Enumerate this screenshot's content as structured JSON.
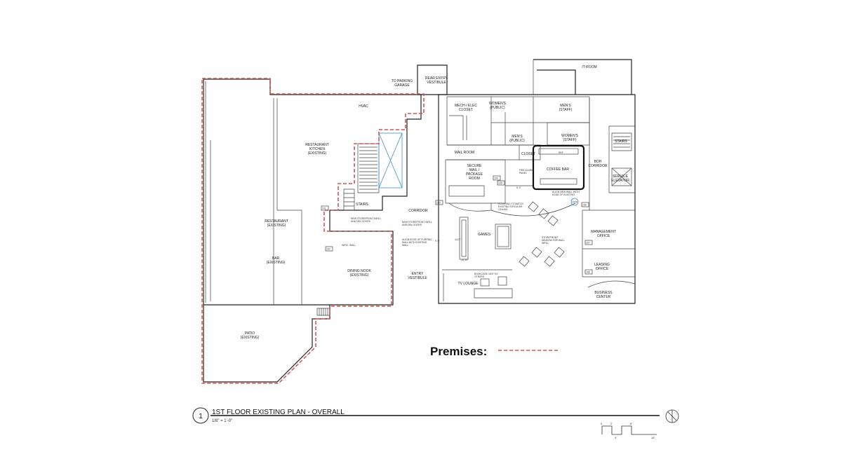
{
  "rooms": {
    "it_room": "IT ROOM",
    "rear_entry_1": "REAR ENTRY",
    "rear_entry_2": "VESTIBULE",
    "to_parking_1": "TO PARKING",
    "to_parking_2": "GARAGE",
    "hvac": "HVAC",
    "mech_1": "MECH / ELEC",
    "mech_2": "CLOSET",
    "women_public_1": "WOMEN'S",
    "women_public_2": "(PUBLIC)",
    "men_staff_1": "MEN'S",
    "men_staff_2": "(STAFF)",
    "women_staff_1": "WOMEN'S",
    "women_staff_2": "(STAFF)",
    "men_public_1": "MEN'S",
    "men_public_2": "(PUBLIC)",
    "kitchen_1": "RESTAURANT",
    "kitchen_2": "KITCHEN",
    "kitchen_3": "(EXISTING)",
    "stairs_right": "STAIRS",
    "mail_room": "MAIL ROOM",
    "closet": "CLOSET",
    "boh_1": "BOH",
    "boh_2": "CORRIDOR",
    "secure_1": "SECURE",
    "secure_2": "MAIL /",
    "secure_3": "PACKAGE",
    "secure_4": "ROOM",
    "coffee_bar": "COFFEE BAR",
    "service_1": "SERVICE",
    "service_2": "ELEVATOR",
    "stairs_left": "STAIRS",
    "corridor": "CORRIDOR",
    "restaurant_1": "RESTAURANT",
    "restaurant_2": "(EXISTING)",
    "games": "GAMES",
    "management_1": "MANAGEMENT",
    "management_2": "OFFICE",
    "bar_1": "BAR",
    "bar_2": "(EXISTING)",
    "dining_1": "DINING NOOK",
    "dining_2": "(EXISTING)",
    "entry_1": "ENTRY",
    "entry_2": "VESTIBULE",
    "leasing_1": "LEASING",
    "leasing_2": "OFFICE",
    "tv_lounge": "TV LOUNGE",
    "business_1": "BUSINESS",
    "business_2": "CENTER",
    "patio_1": "PATIO",
    "patio_2": "(EXISTING)"
  },
  "notes": {
    "storefront_1": "NEW STOREFRONT INFILL",
    "storefront_2": "AND DBL DOORS",
    "storefront_b1": "NEW STOREFRONT INFILL",
    "storefront_b2": "AND DBL DOORS",
    "infill_wall": "INFILL WALL",
    "furring_1": "ALIGN EDGE OF FURRING",
    "furring_2": "WALL WITH EXISTING",
    "furring_3": "WALL",
    "flooring_1": "FLOORING TO MATCH",
    "flooring_2": "EXISTING CIRCULAR",
    "flooring_3": "CEILING",
    "align_1": "ALIGN NEW WALL WITH",
    "align_2": "EDGE OF EXISTING",
    "storefront_r1": "STOREFRONT",
    "storefront_r2": "WINDOW FOR WALL",
    "storefront_r3": "INFILL",
    "bookcase_1": "BOOKCASE 18'/0\" BY",
    "bookcase_2": "OTHERS",
    "fire_1": "FIRE ALARM",
    "fire_2": "PANEL",
    "ref": "REF",
    "dim_1": "5'-3\"",
    "dim_2": "14'-0\"",
    "dim_3": "14'-10\"",
    "dim_4": "9'-9\""
  },
  "tags": [
    "101",
    "102",
    "103",
    "104",
    "105",
    "106",
    "107",
    "108",
    "107B"
  ],
  "drawing": {
    "number": "1",
    "title": "1ST FLOOR EXISTING PLAN - OVERALL",
    "scale": "1/8\" = 1'-0\""
  },
  "scale_bar": {
    "ticks": [
      "0",
      "2'",
      "4'",
      "8'",
      "16'"
    ]
  },
  "legend": {
    "label": "Premises:"
  },
  "colors": {
    "premises": "#d9534f",
    "skylight": "#3b8fd9",
    "walls": "#222222"
  }
}
